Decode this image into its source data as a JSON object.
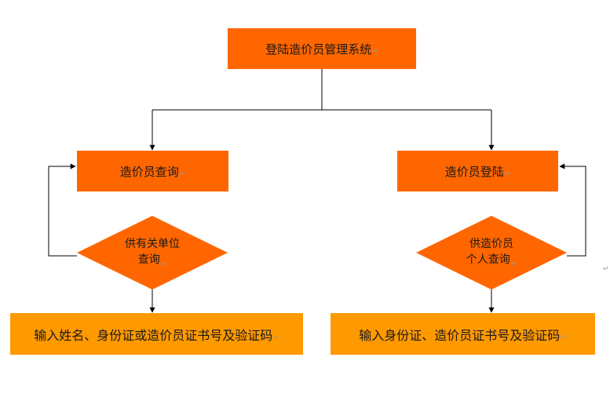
{
  "nodes": {
    "root": {
      "text": "登陆造价员管理系统"
    },
    "query": {
      "text": "造价员查询"
    },
    "login": {
      "text": "造价员登陆"
    },
    "unit_decision": {
      "line1": "供有关单位",
      "line2": "查询"
    },
    "personal_decision": {
      "line1": "供造价员",
      "line2": "个人查询"
    },
    "input_left": {
      "text": "输入姓名、身份证或造价员证书号及验证码"
    },
    "input_right": {
      "text": "输入身份证、造价员证书号及验证码"
    }
  },
  "marks": {
    "paragraph": "↵"
  },
  "colors": {
    "primary_box": "#ff6600",
    "input_box": "#ff9900",
    "line": "#000000"
  }
}
